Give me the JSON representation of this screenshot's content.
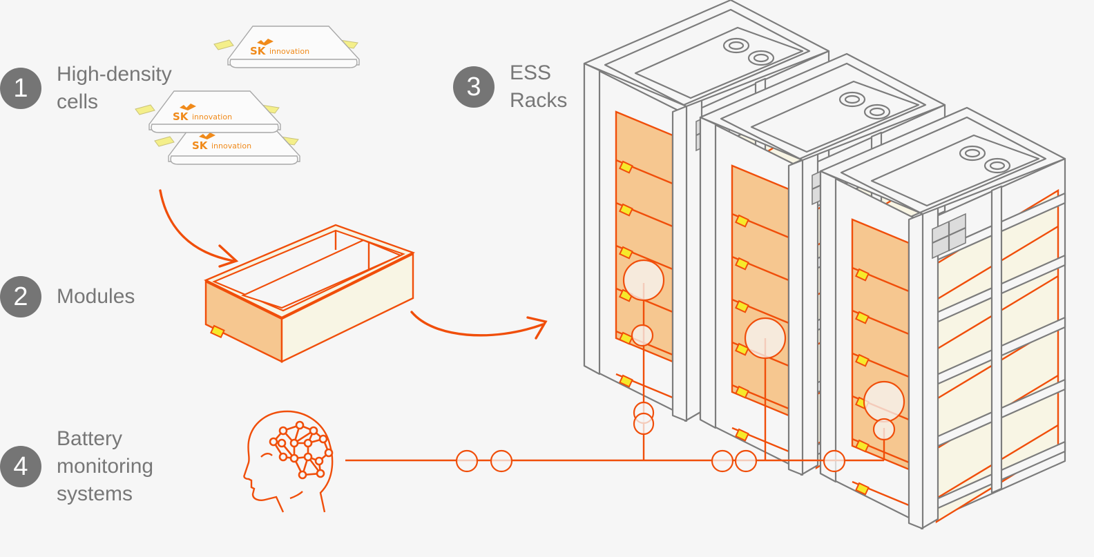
{
  "steps": [
    {
      "number": "1",
      "label": "High-density\ncells"
    },
    {
      "number": "2",
      "label": "Modules"
    },
    {
      "number": "3",
      "label": "ESS\nRacks"
    },
    {
      "number": "4",
      "label": "Battery\nmonitoring\nsystems"
    }
  ],
  "cells": {
    "brand": "SK",
    "brand_suffix": "innovation",
    "count": 3
  },
  "racks": {
    "count": 3
  },
  "colors": {
    "accent": "#f04e0a",
    "badge": "#757575",
    "label_text": "#777777",
    "module_side": "#f6c790",
    "module_face": "#f8f5e4",
    "terminal": "#f6e92b",
    "rack_outline": "#7c7c7c",
    "background": "#f6f6f6"
  }
}
